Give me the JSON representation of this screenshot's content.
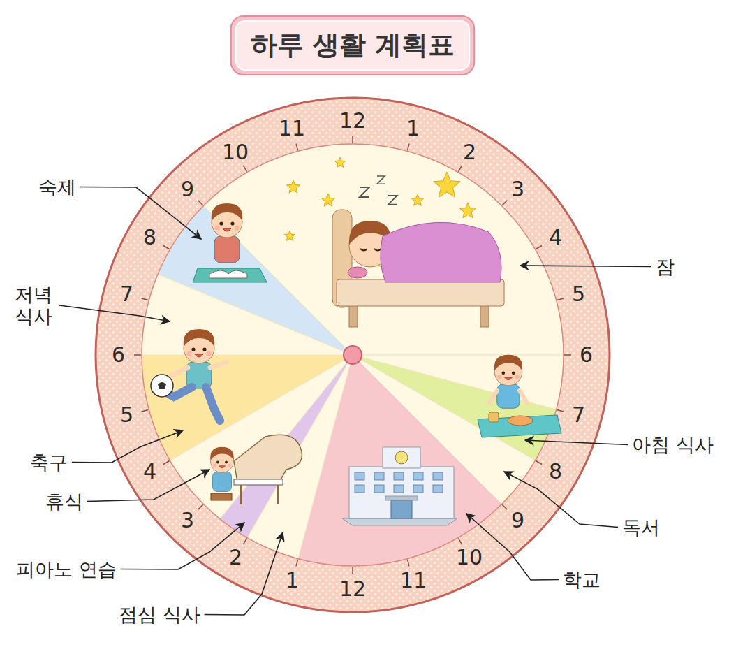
{
  "diagram": {
    "title": "하루 생활 계획표",
    "labels": [
      "12",
      "1",
      "2",
      "3",
      "4",
      "5",
      "6",
      "7",
      "8",
      "9",
      "10",
      "11",
      "12",
      "1",
      "2",
      "3",
      "4",
      "5",
      "6",
      "7",
      "8",
      "9",
      "10",
      "11",
      "숙제",
      "잠",
      "저녁 식사",
      "축구",
      "아침 식사",
      "휴식",
      "독서",
      "피아노 연습",
      "학교",
      "점심 식사"
    ]
  }
}
